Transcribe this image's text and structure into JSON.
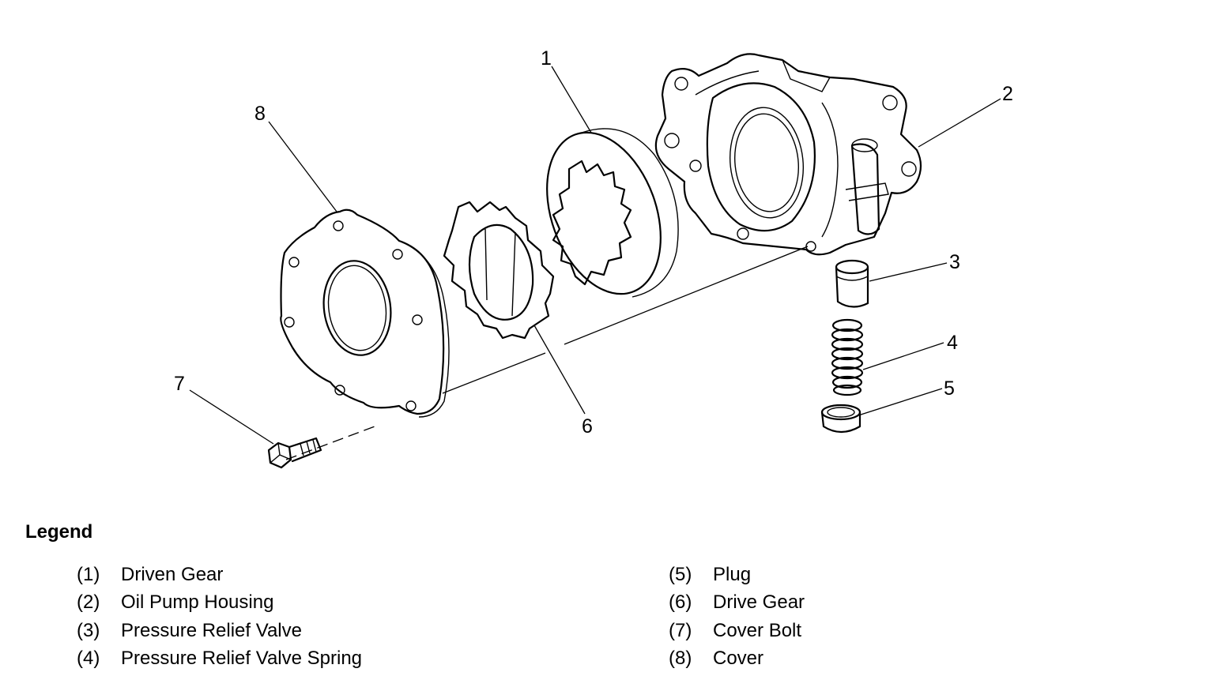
{
  "callouts": {
    "c1": "1",
    "c2": "2",
    "c3": "3",
    "c4": "4",
    "c5": "5",
    "c6": "6",
    "c7": "7",
    "c8": "8"
  },
  "legend": {
    "title": "Legend",
    "left": [
      {
        "num": "(1)",
        "label": "Driven Gear"
      },
      {
        "num": "(2)",
        "label": "Oil Pump Housing"
      },
      {
        "num": "(3)",
        "label": "Pressure Relief Valve"
      },
      {
        "num": "(4)",
        "label": "Pressure Relief Valve Spring"
      }
    ],
    "right": [
      {
        "num": "(5)",
        "label": "Plug"
      },
      {
        "num": "(6)",
        "label": "Drive Gear"
      },
      {
        "num": "(7)",
        "label": "Cover Bolt"
      },
      {
        "num": "(8)",
        "label": "Cover"
      }
    ]
  }
}
